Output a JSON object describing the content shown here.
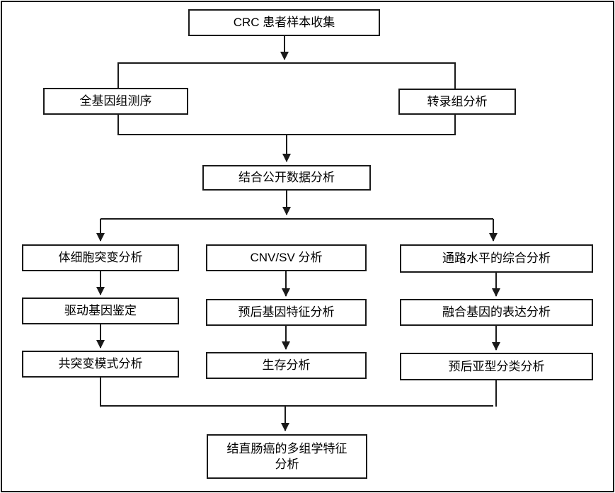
{
  "flowchart": {
    "top": {
      "label": "CRC 患者样本收集"
    },
    "sequencing": {
      "wgs": "全基因组测序",
      "transcriptome": "转录组分析"
    },
    "public_data": {
      "label": "结合公开数据分析"
    },
    "columns": [
      {
        "steps": [
          "体细胞突变分析",
          "驱动基因鉴定",
          "共突变模式分析"
        ]
      },
      {
        "steps": [
          "CNV/SV 分析",
          "预后基因特征分析",
          "生存分析"
        ]
      },
      {
        "steps": [
          "通路水平的综合分析",
          "融合基因的表达分析",
          "预后亚型分类分析"
        ]
      }
    ],
    "final": {
      "lines": [
        "结直肠癌的多组学特征",
        "分析"
      ]
    }
  },
  "colors": {
    "line": "#1a1a1a",
    "background": "#ffffff"
  }
}
